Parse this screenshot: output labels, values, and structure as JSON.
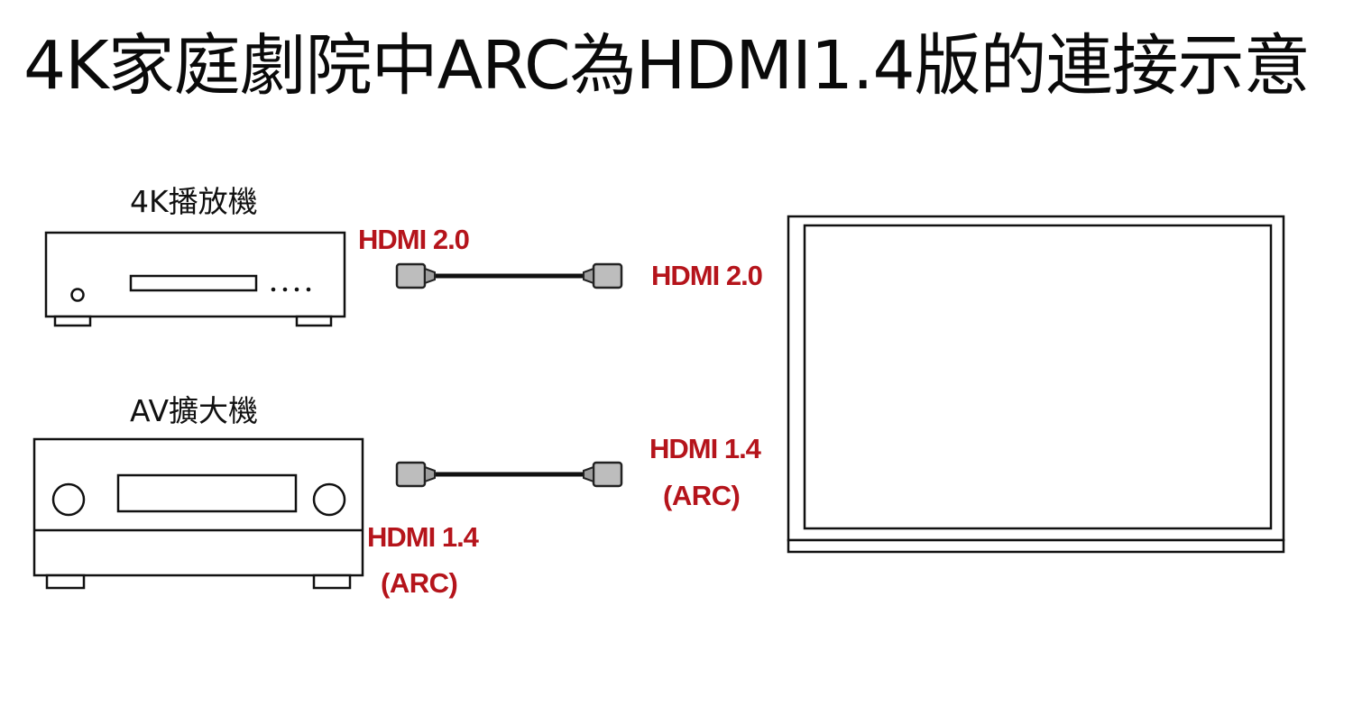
{
  "title": "4K家庭劇院中ARC為HDMI1.4版的連接示意",
  "devices": {
    "player": {
      "label": "4K播放機",
      "icon": "bluray-player-icon"
    },
    "receiver": {
      "label": "AV擴大機",
      "icon": "av-receiver-icon"
    },
    "tv": {
      "icon": "tv-screen-icon"
    }
  },
  "ports": {
    "player_out": "HDMI 2.0",
    "tv_in_top": "HDMI 2.0",
    "tv_in_arc": "HDMI 1.4",
    "tv_in_arc_note": "(ARC)",
    "receiver_out": "HDMI 1.4",
    "receiver_out_note": "(ARC)"
  },
  "cables": [
    {
      "icon": "hdmi-cable-icon"
    },
    {
      "icon": "hdmi-cable-icon"
    }
  ],
  "colors": {
    "label_red": "#b5141b",
    "line_black": "#111111"
  }
}
